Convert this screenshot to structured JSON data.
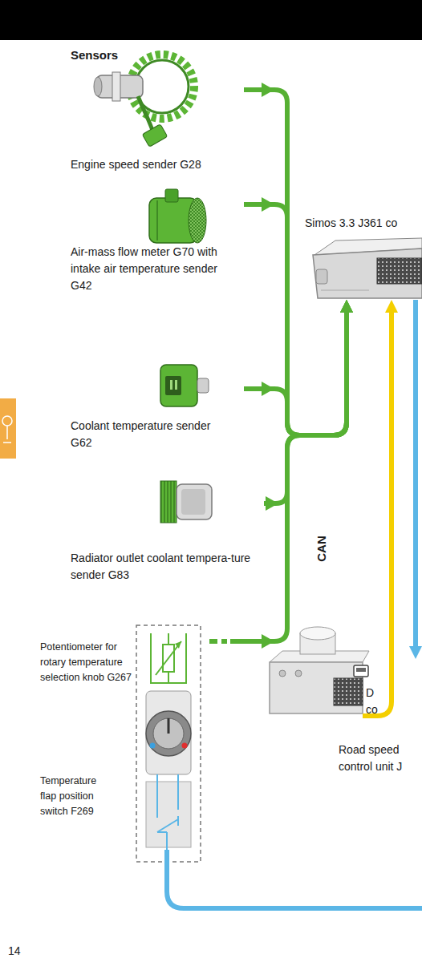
{
  "diagram": {
    "title": "Sensors",
    "nodes": [
      {
        "text": [
          "Engine speed sender G28"
        ]
      },
      {
        "text": [
          "Air-mass flow meter G70 with intake air temperature sender G42"
        ]
      },
      {
        "text": [
          "Coolant temperature sender G62"
        ]
      },
      {
        "text": [
          "Radiator outlet coolant tempera-ture sender G83"
        ]
      },
      {
        "text": [
          "Potentiometer for rotary temperature selection knob G267",
          "Temperature flap position switch F269"
        ]
      },
      {
        "text": [
          "Simos 3.3 J361 co"
        ]
      },
      {
        "text": [
          "Road speed control unit J"
        ]
      },
      {
        "text": [
          "D co"
        ]
      }
    ],
    "edges": [
      {
        "from": 0,
        "to": 5,
        "arrow": "to"
      },
      {
        "from": 1,
        "to": 5,
        "arrow": "to"
      },
      {
        "from": 2,
        "to": 5,
        "arrow": "to"
      },
      {
        "from": 3,
        "to": 5,
        "arrow": "to"
      },
      {
        "from": 4,
        "to": 5,
        "arrow": "to"
      },
      {
        "from": 6,
        "to": 5,
        "label": "CAN",
        "arrow": "to"
      },
      {
        "from": 5,
        "to": 7,
        "arrow": "to"
      }
    ],
    "labels": [
      "14"
    ]
  }
}
